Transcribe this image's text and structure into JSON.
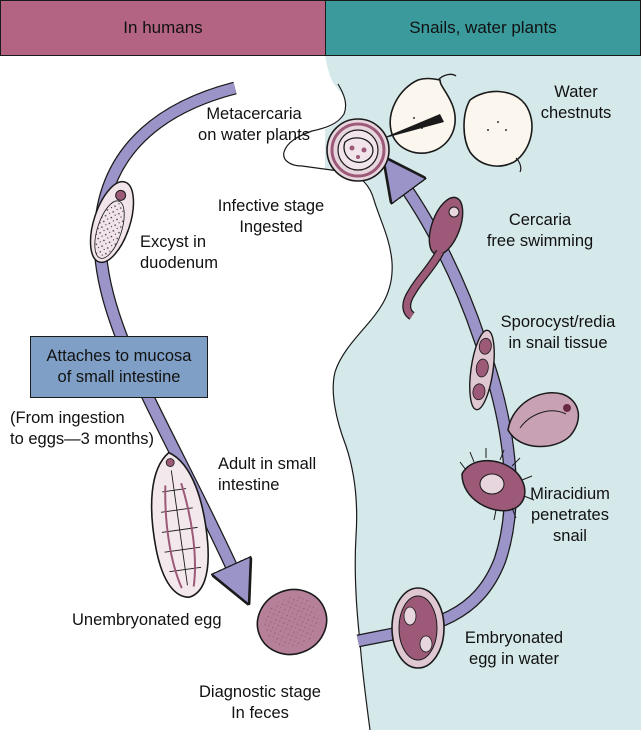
{
  "colors": {
    "human_header": "#b36482",
    "snail_header": "#3a9a9c",
    "water_bg": "#d5e8ea",
    "arrow": "#9a94c8",
    "box_fill": "#7f9fc6",
    "organism_fill": "#9c5a78",
    "organism_light": "#e8d6de",
    "outline": "#1a1a1a"
  },
  "headers": {
    "humans": "In humans",
    "snails": "Snails, water plants"
  },
  "labels": {
    "metacercaria": "Metacercaria\non water plants",
    "water_chestnuts": "Water\nchestnuts",
    "infective": "Infective stage\nIngested",
    "excyst": "Excyst in\nduodenum",
    "cercaria": "Cercaria\nfree swimming",
    "sporocyst": "Sporocyst/redia\nin snail tissue",
    "attaches": "Attaches to mucosa\nof small intestine",
    "from_ingestion": "(From ingestion\nto eggs—3 months)",
    "adult": "Adult in small\nintestine",
    "miracidium": "Miracidium\npenetrates\nsnail",
    "unembryonated": "Unembryonated egg",
    "embryonated": "Embryonated\negg in water",
    "diagnostic": "Diagnostic stage\nIn feces"
  },
  "icons": [
    "water-chestnut-icon",
    "metacercaria-icon",
    "excysting-larva-icon",
    "cercaria-icon",
    "sporocyst-icon",
    "redia-icon",
    "adult-fluke-icon",
    "miracidium-icon",
    "unembryonated-egg-icon",
    "embryonated-egg-icon"
  ]
}
